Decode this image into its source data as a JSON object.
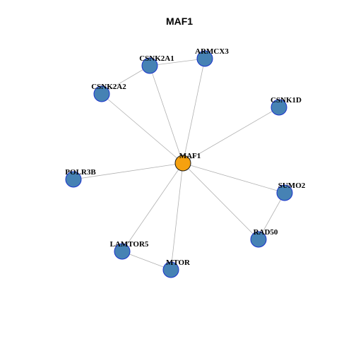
{
  "title": "MAF1",
  "colors": {
    "hub_fill": "#f5a10f",
    "hub_stroke": "#1a1a1a",
    "node_fill": "#4682b4",
    "node_stroke": "#1a33cc",
    "edge": "#b0b0b0",
    "background": "#ffffff"
  },
  "graph": {
    "nodes": [
      {
        "id": "MAF1",
        "label": "MAF1",
        "hub": true
      },
      {
        "id": "CSNK2A1",
        "label": "CSNK2A1",
        "hub": false
      },
      {
        "id": "ARMCX3",
        "label": "ARMCX3",
        "hub": false
      },
      {
        "id": "CSNK2A2",
        "label": "CSNK2A2",
        "hub": false
      },
      {
        "id": "CSNK1D",
        "label": "CSNK1D",
        "hub": false
      },
      {
        "id": "POLR3B",
        "label": "POLR3B",
        "hub": false
      },
      {
        "id": "SUMO2",
        "label": "SUMO2",
        "hub": false
      },
      {
        "id": "RAD50",
        "label": "RAD50",
        "hub": false
      },
      {
        "id": "LAMTOR5",
        "label": "LAMTOR5",
        "hub": false
      },
      {
        "id": "MTOR",
        "label": "MTOR",
        "hub": false
      }
    ],
    "edges": [
      [
        "MAF1",
        "CSNK2A1"
      ],
      [
        "MAF1",
        "ARMCX3"
      ],
      [
        "MAF1",
        "CSNK2A2"
      ],
      [
        "MAF1",
        "CSNK1D"
      ],
      [
        "MAF1",
        "POLR3B"
      ],
      [
        "MAF1",
        "SUMO2"
      ],
      [
        "MAF1",
        "RAD50"
      ],
      [
        "MAF1",
        "LAMTOR5"
      ],
      [
        "MAF1",
        "MTOR"
      ],
      [
        "CSNK2A1",
        "ARMCX3"
      ],
      [
        "CSNK2A1",
        "CSNK2A2"
      ],
      [
        "SUMO2",
        "RAD50"
      ],
      [
        "LAMTOR5",
        "MTOR"
      ]
    ]
  }
}
